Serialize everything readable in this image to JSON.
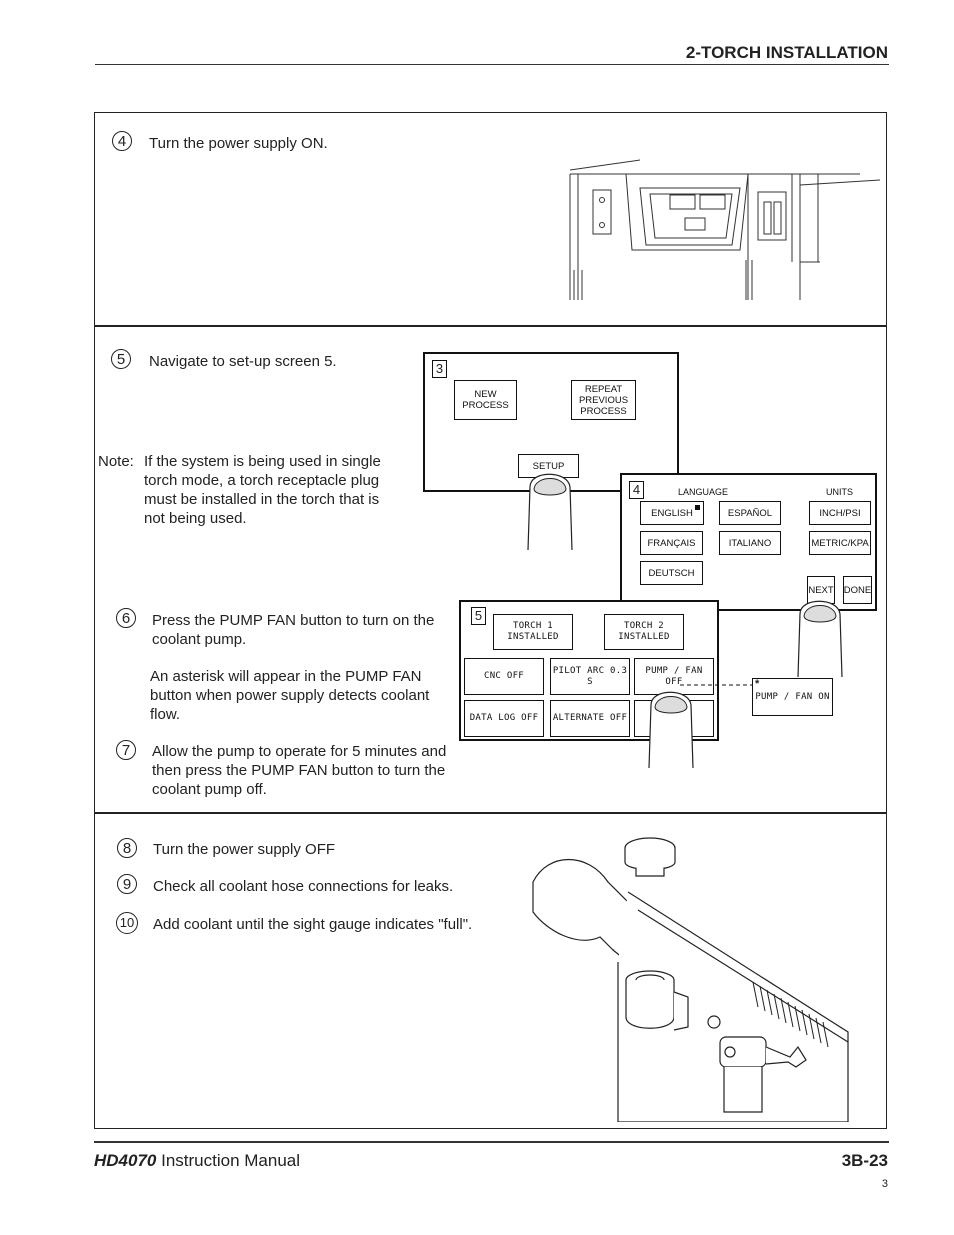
{
  "header": {
    "section_title": "2-TORCH INSTALLATION"
  },
  "step4": {
    "num": "4",
    "text": "Turn the power supply ON."
  },
  "step5": {
    "num": "5",
    "text": "Navigate to set-up screen 5."
  },
  "note": {
    "label": "Note:",
    "text": "If the system is being used in single torch mode, a torch receptacle plug must be installed in the torch that is not being used."
  },
  "step6": {
    "num": "6",
    "text": "Press the PUMP FAN button to turn on the coolant pump.",
    "subtext": "An asterisk will appear in the PUMP FAN button when power supply detects coolant flow."
  },
  "step7": {
    "num": "7",
    "text": "Allow the pump to operate for 5 minutes and then press the PUMP FAN button to turn the coolant pump off."
  },
  "step8": {
    "num": "8",
    "text": "Turn the power supply OFF"
  },
  "step9": {
    "num": "9",
    "text": "Check all coolant hose connections for leaks."
  },
  "step10": {
    "num": "10",
    "text": "Add coolant until the sight gauge indicates \"full\"."
  },
  "screen3": {
    "num": "3",
    "new_process": "NEW PROCESS",
    "repeat_previous": "REPEAT PREVIOUS PROCESS",
    "setup": "SETUP"
  },
  "screen4": {
    "num": "4",
    "language_label": "LANGUAGE",
    "units_label": "UNITS",
    "english": "ENGLISH",
    "espanol": "ESPAÑOL",
    "francais": "FRANÇAIS",
    "italiano": "ITALIANO",
    "deutsch": "DEUTSCH",
    "inch_psi": "INCH/PSI",
    "metric_kpa": "METRIC/KPA",
    "next": "NEXT",
    "done": "DONE"
  },
  "screen5": {
    "num": "5",
    "torch1": "TORCH 1 INSTALLED",
    "torch2": "TORCH 2 INSTALLED",
    "cnc": "CNC OFF",
    "pilot_arc": "PILOT ARC 0.3 S",
    "pump_fan_off": "PUMP / FAN OFF",
    "data_log": "DATA LOG OFF",
    "alternate": "ALTERNATE OFF",
    "pump_fan_on": "PUMP / FAN ON",
    "asterisk": "*"
  },
  "footer": {
    "model": "HD4070",
    "manual": " Instruction Manual",
    "page_code": "3B-23",
    "page_num": "3"
  }
}
